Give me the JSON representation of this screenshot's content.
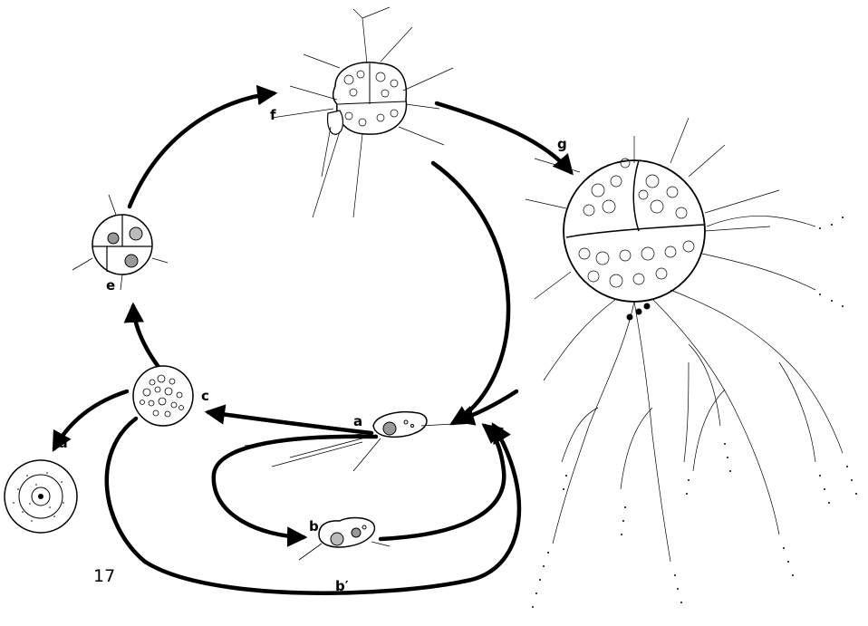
{
  "labels": {
    "a": "a",
    "b": "b",
    "b_prime": "b′",
    "c": "c",
    "d": "d",
    "e": "e",
    "f": "f",
    "g": "g"
  },
  "figure_number": "17"
}
